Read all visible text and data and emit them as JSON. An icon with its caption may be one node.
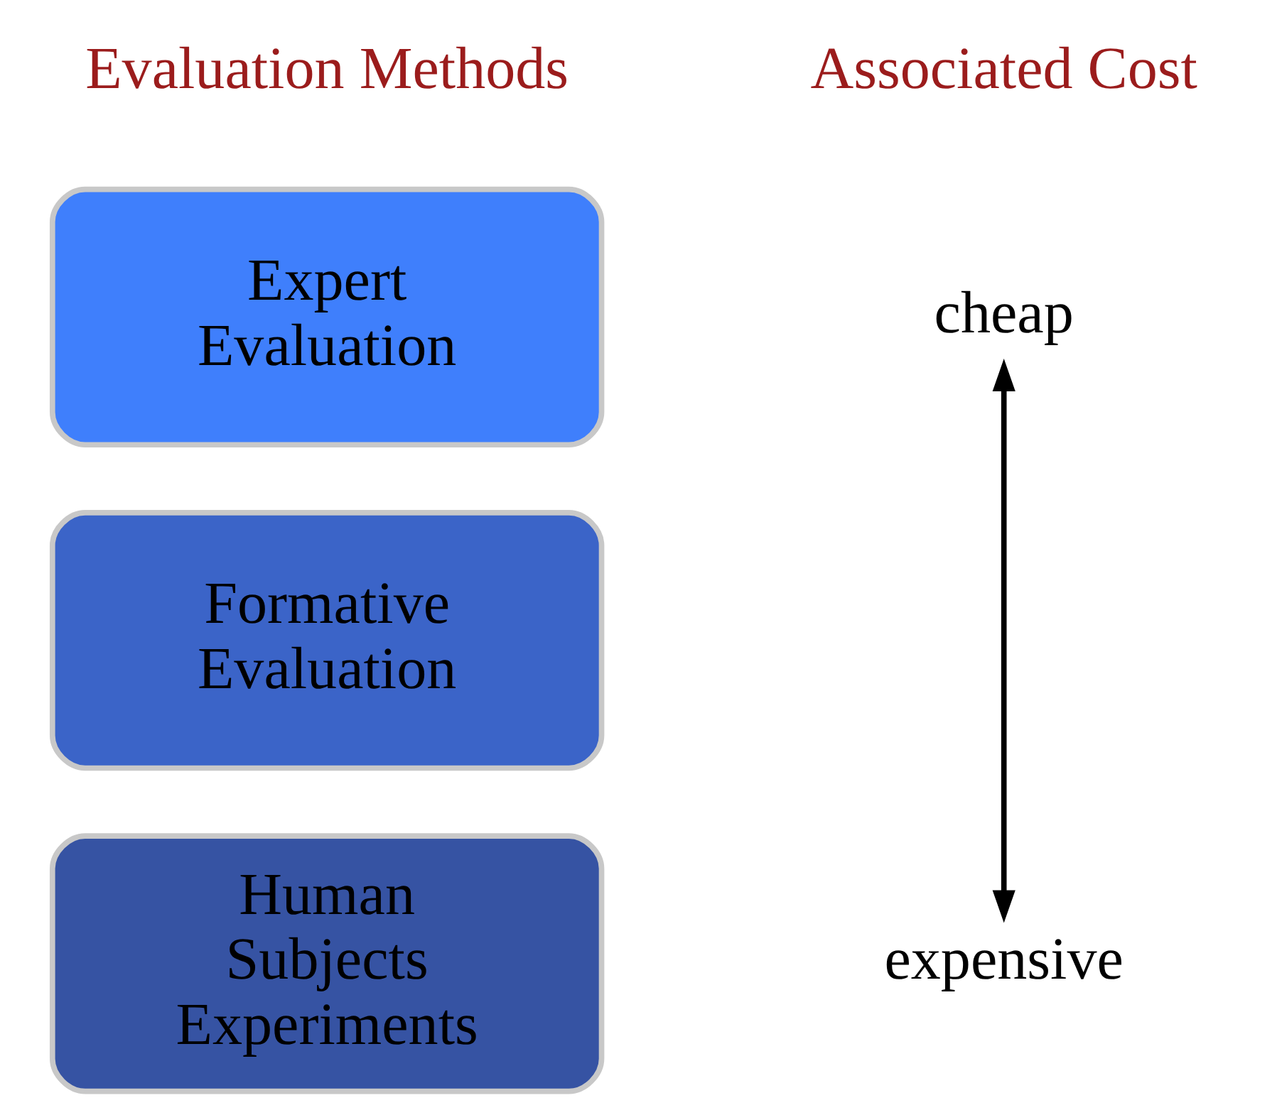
{
  "diagram": {
    "nodes": [
      {
        "text": [
          "Expert Evaluation"
        ]
      },
      {
        "text": [
          "Formative Evaluation"
        ]
      },
      {
        "text": [
          "Human Subjects Experiments"
        ]
      },
      {
        "text": [
          "cheap"
        ]
      },
      {
        "text": [
          "expensive"
        ]
      }
    ],
    "edges": [
      {
        "from": 3,
        "to": 4,
        "arrow": "both"
      }
    ],
    "labels": [
      "Evaluation Methods",
      "Associated Cost"
    ]
  }
}
